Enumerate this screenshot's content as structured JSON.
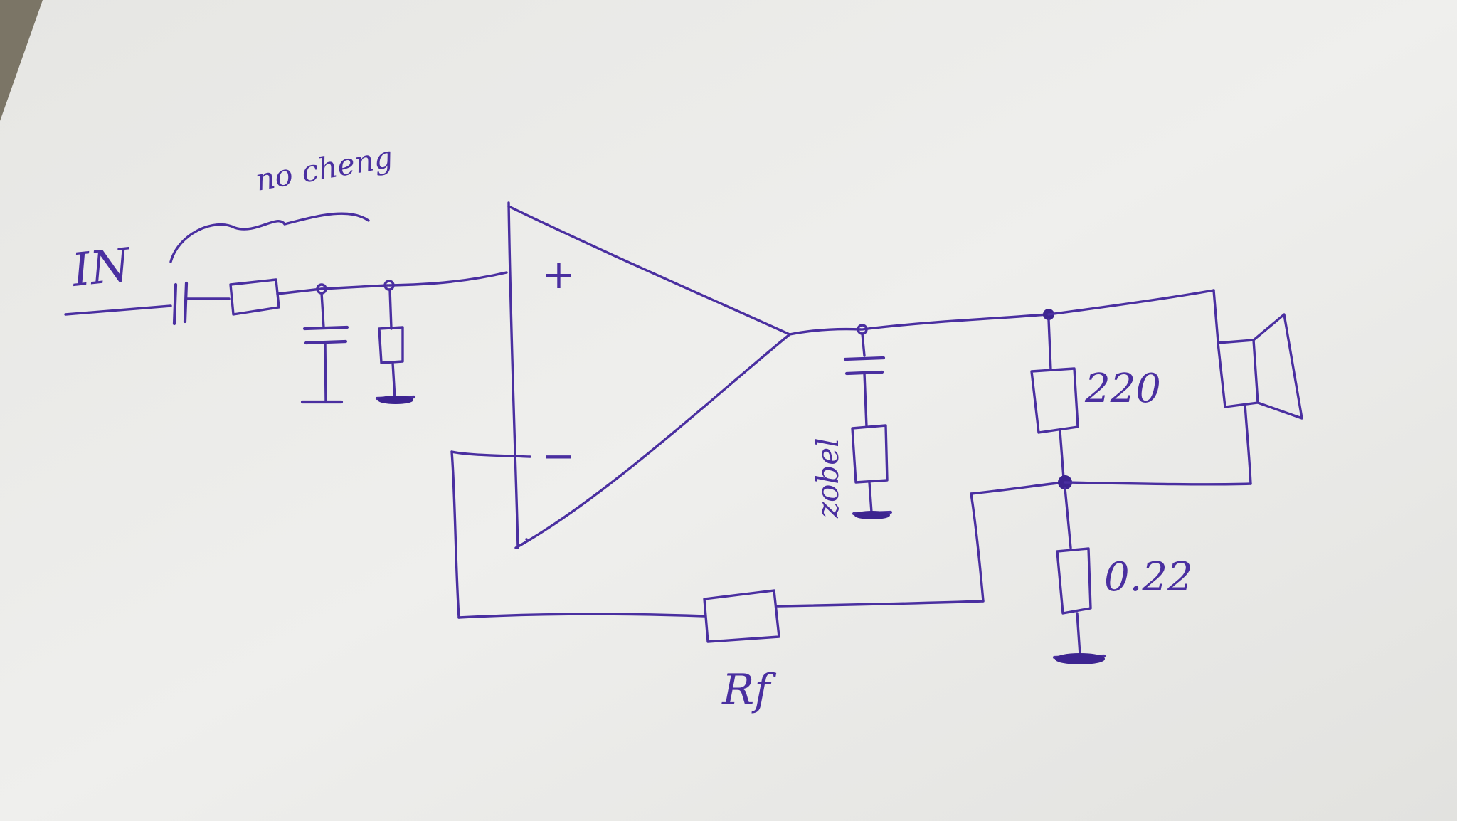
{
  "diagram": {
    "labels": {
      "input": "IN",
      "annotation": "no cheng",
      "plus": "+",
      "minus": "−",
      "zobel": "zobel",
      "r_upper": "220",
      "r_lower": "0.22",
      "r_feedback": "Rf"
    },
    "colors": {
      "ink": "#4a2fa0",
      "paper": "#eeeeec",
      "background": "#8f8f8c"
    }
  }
}
